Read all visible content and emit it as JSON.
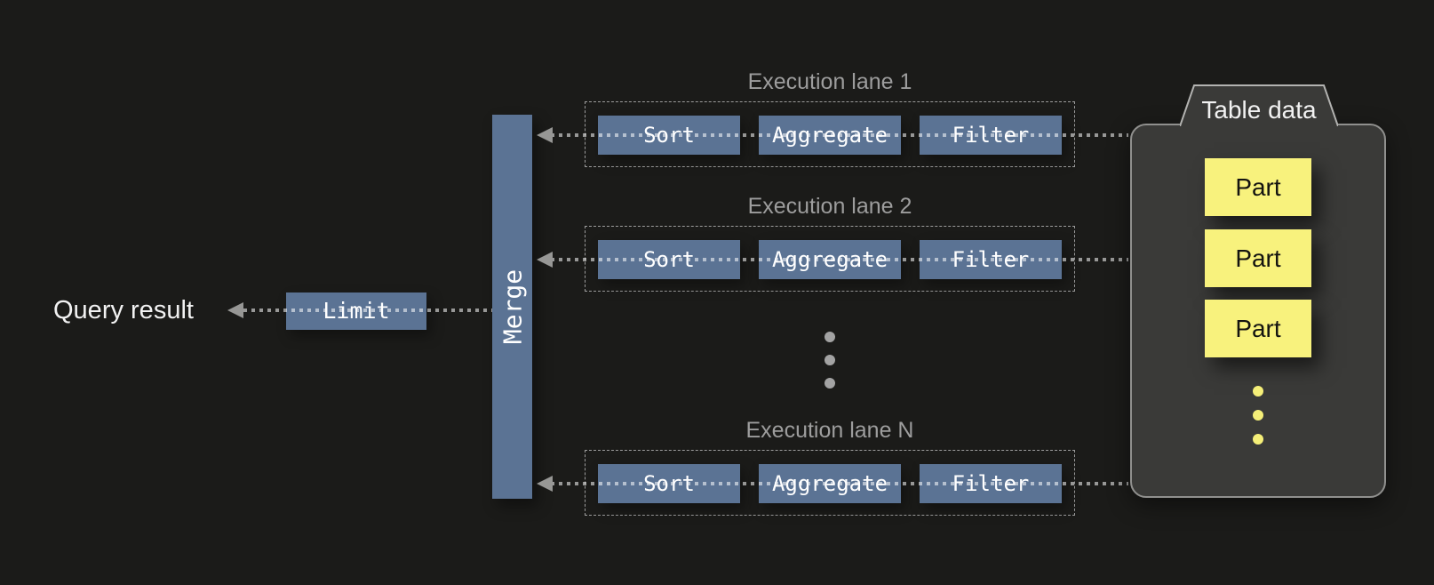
{
  "colors": {
    "background": "#1b1b19",
    "node_blue": "#5b7394",
    "part_yellow": "#f8f27d",
    "lane_title_gray": "#9d9d9d",
    "container_gray": "#3a3a38",
    "container_border": "#a3a3a1",
    "dot_gray": "#a3a3a3",
    "dot_yellow": "#f5ef78",
    "text_white": "#f2f2f2"
  },
  "labels": {
    "query_result": "Query result",
    "limit": "Limit",
    "merge": "Merge"
  },
  "lanes": [
    {
      "title": "Execution lane 1",
      "operators": [
        "Sort",
        "Aggregate",
        "Filter"
      ]
    },
    {
      "title": "Execution lane 2",
      "operators": [
        "Sort",
        "Aggregate",
        "Filter"
      ]
    },
    {
      "title": "Execution lane N",
      "operators": [
        "Sort",
        "Aggregate",
        "Filter"
      ]
    }
  ],
  "table_data": {
    "title": "Table data",
    "parts": [
      "Part",
      "Part",
      "Part"
    ]
  }
}
